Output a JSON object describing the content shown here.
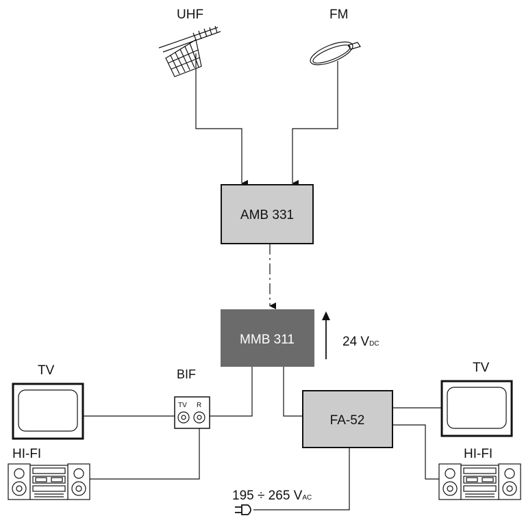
{
  "antennas": {
    "uhf": {
      "label": "UHF",
      "icon": "uhf-antenna-icon"
    },
    "fm": {
      "label": "FM",
      "icon": "fm-dipole-icon"
    }
  },
  "blocks": {
    "amb": {
      "label": "AMB 331",
      "fill": "#cccccc"
    },
    "mmb": {
      "label": "MMB 311",
      "fill": "#6b6b6b",
      "text_color": "#ffffff"
    },
    "fa": {
      "label": "FA-52",
      "fill": "#cccccc"
    }
  },
  "bif": {
    "label": "BIF",
    "tv_port": "TV",
    "r_port": "R"
  },
  "outputs": {
    "tv_left": {
      "label": "TV"
    },
    "hifi_left": {
      "label": "HI-FI"
    },
    "tv_right": {
      "label": "TV"
    },
    "hifi_right": {
      "label": "HI-FI"
    }
  },
  "power": {
    "dc": {
      "value": "24 V",
      "unit": "DC"
    },
    "ac": {
      "value": "195 ÷ 265 V",
      "unit": "AC"
    }
  }
}
